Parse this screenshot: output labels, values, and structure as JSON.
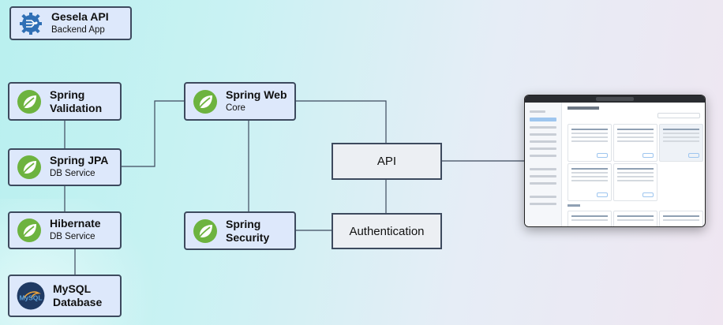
{
  "app": {
    "title": "Gesela API",
    "subtitle": "Backend App"
  },
  "nodes": {
    "spring_validation": {
      "line1": "Spring",
      "line2": "Validation"
    },
    "spring_jpa": {
      "title": "Spring JPA",
      "subtitle": "DB Service"
    },
    "hibernate": {
      "title": "Hibernate",
      "subtitle": "DB Service"
    },
    "mysql": {
      "line1": "MySQL",
      "line2": "Database",
      "logo_text": "MySQL"
    },
    "spring_web": {
      "title": "Spring Web",
      "subtitle": "Core"
    },
    "spring_security": {
      "line1": "Spring",
      "line2": "Security"
    },
    "api": {
      "label": "API"
    },
    "authentication": {
      "label": "Authentication"
    }
  },
  "icons": {
    "app": "gear-circuit-icon",
    "spring": "spring-leaf-icon",
    "mysql": "mysql-dolphin-icon"
  },
  "colors": {
    "node_fill": "#dde8fb",
    "node_border": "#3d4a5e",
    "plain_fill": "#eceff3",
    "spring_green": "#6db33f",
    "app_icon_blue": "#2f6fb5",
    "mysql_navy": "#1f3a63"
  }
}
